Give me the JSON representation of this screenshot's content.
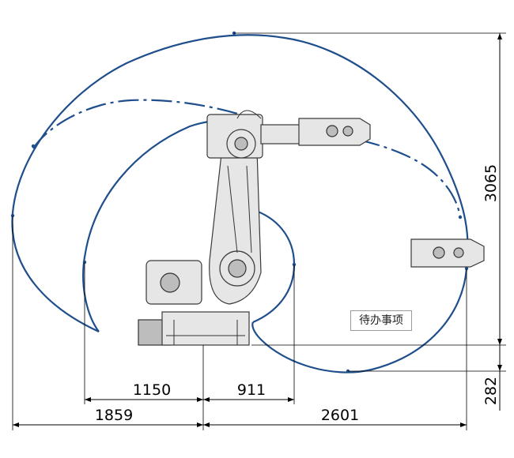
{
  "diagram": {
    "dimensions": {
      "reach_rear": "1859",
      "rear_inner": "1150",
      "front_inner": "911",
      "reach_front": "2601",
      "height_total": "3065",
      "height_below_base": "282"
    },
    "label_box": "待办事项"
  },
  "colors": {
    "envelope": "#1f4e8c",
    "dimension": "#000000",
    "robot_body": "#e6e6e6"
  }
}
